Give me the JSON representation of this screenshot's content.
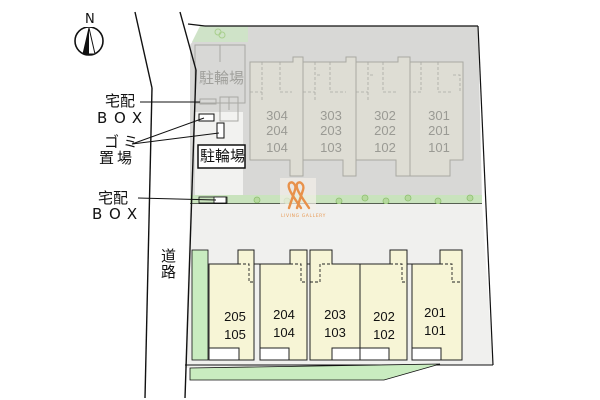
{
  "compass": {
    "label": "N",
    "icon": "north-arrow-icon"
  },
  "road": {
    "label": "道路"
  },
  "labels": {
    "delivery_box_top": {
      "line1": "宅配",
      "line2": "BOX"
    },
    "garbage": {
      "line1": "ゴミ",
      "line2": "置場"
    },
    "delivery_box_bottom": {
      "line1": "宅配",
      "line2": "BOX"
    },
    "bicycle_parking_upper": "駐輪場",
    "bicycle_parking_lower": "駐輪場"
  },
  "upper_building": {
    "units": [
      {
        "floors": [
          "304",
          "204",
          "104"
        ]
      },
      {
        "floors": [
          "303",
          "203",
          "103"
        ]
      },
      {
        "floors": [
          "302",
          "202",
          "102"
        ]
      },
      {
        "floors": [
          "301",
          "201",
          "101"
        ]
      }
    ]
  },
  "lower_building": {
    "units": [
      {
        "floors": [
          "205",
          "105"
        ]
      },
      {
        "floors": [
          "204",
          "104"
        ]
      },
      {
        "floors": [
          "203",
          "103"
        ]
      },
      {
        "floors": [
          "202",
          "102"
        ]
      },
      {
        "floors": [
          "201",
          "101"
        ]
      }
    ]
  },
  "watermark": {
    "text": "LIVING GALLERY",
    "icon": "living-gallery-logo-icon"
  },
  "colors": {
    "upper_site": "#d8d8d6",
    "upper_unit": "#deddd4",
    "lower_unit": "#f7f5d6",
    "lower_site": "#f0f0ee",
    "green_strip": "#c9ecc0",
    "logo": "#e8914a"
  }
}
